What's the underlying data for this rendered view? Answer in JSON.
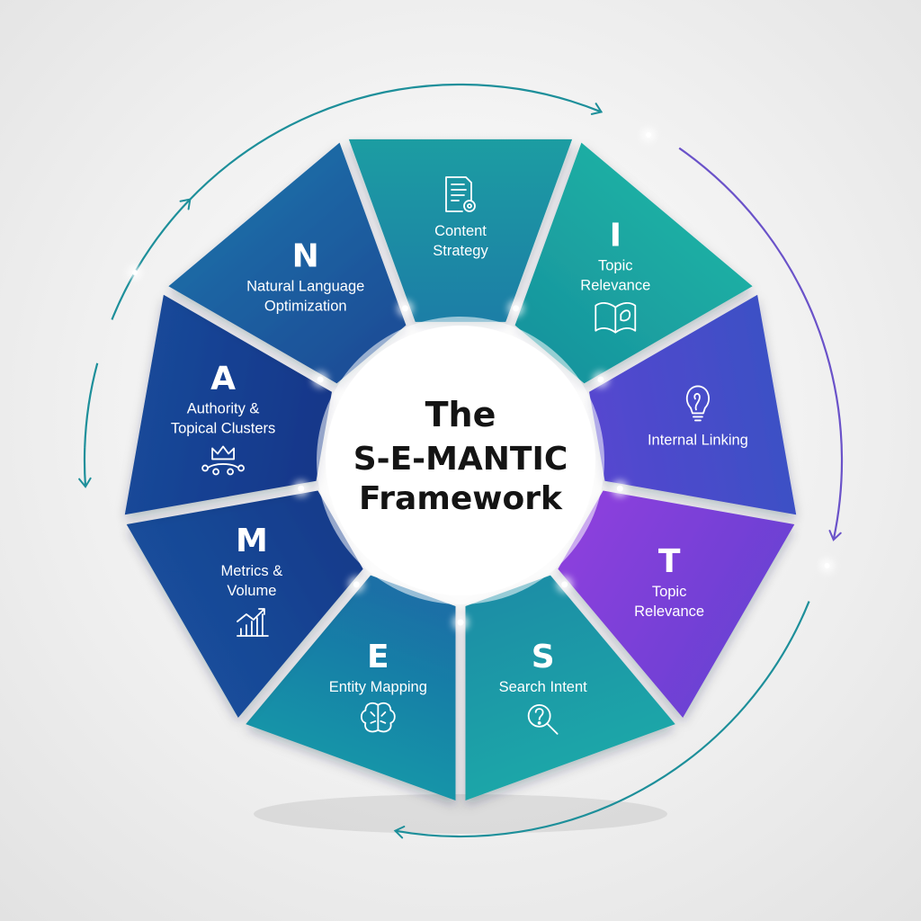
{
  "title": {
    "lines": [
      "The",
      "S-E-MANTIC",
      "Framework"
    ]
  },
  "colors": {
    "teal": "#1fa7a6",
    "teal_dark": "#168f97",
    "blue": "#1f5fa4",
    "navy": "#123d8d",
    "indigo": "#3f45b8",
    "purple": "#7b3fd6",
    "arrow_teal": "#1d8f9a",
    "arrow_purple": "#6a52c9"
  },
  "segments": [
    {
      "id": "content-strategy",
      "letter": "",
      "label": [
        "Content",
        "Strategy"
      ],
      "icon": "document-gear-icon",
      "color_from": "#1aa0a2",
      "color_to": "#1c7fa6"
    },
    {
      "id": "topic-relevance-i",
      "letter": "I",
      "label": [
        "Topic",
        "Relevance"
      ],
      "icon": "open-book-icon",
      "color_from": "#1fb0a4",
      "color_to": "#17969e"
    },
    {
      "id": "internal-linking",
      "letter": "",
      "label": [
        "Internal Linking"
      ],
      "icon": "lightbulb-icon",
      "color_from": "#3a52c4",
      "color_to": "#5447cf"
    },
    {
      "id": "topic-relevance-t",
      "letter": "T",
      "label": [
        "Topic",
        "Relevance"
      ],
      "icon": "",
      "color_from": "#6a42d3",
      "color_to": "#8a3fdc"
    },
    {
      "id": "search-intent",
      "letter": "S",
      "label": [
        "Search Intent"
      ],
      "icon": "magnifier-question-icon",
      "color_from": "#1fa8a8",
      "color_to": "#1b8fa6"
    },
    {
      "id": "entity-mapping",
      "letter": "E",
      "label": [
        "Entity Mapping"
      ],
      "icon": "brain-icon",
      "color_from": "#1798a8",
      "color_to": "#1a6fa6"
    },
    {
      "id": "metrics-volume",
      "letter": "M",
      "label": [
        "Metrics &",
        "Volume"
      ],
      "icon": "bar-chart-icon",
      "color_from": "#1a4f9c",
      "color_to": "#163c8c"
    },
    {
      "id": "authority-clusters",
      "letter": "A",
      "label": [
        "Authority &",
        "Topical Clusters"
      ],
      "icon": "crown-network-icon",
      "color_from": "#1a4a9a",
      "color_to": "#15378a"
    },
    {
      "id": "nlo",
      "letter": "N",
      "label": [
        "Natural Language",
        "Optimization"
      ],
      "icon": "",
      "color_from": "#1c6ba6",
      "color_to": "#1a4f98"
    }
  ]
}
